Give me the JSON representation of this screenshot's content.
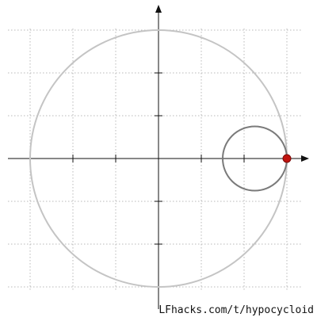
{
  "diagram": {
    "grid": {
      "step": 1,
      "range": [
        -3.7,
        3.7
      ]
    },
    "fixed_circle": {
      "cx": 0,
      "cy": 0,
      "r": 3,
      "color": "#c4c4c4"
    },
    "rolling_circle": {
      "cx": 2.25,
      "cy": 0,
      "r": 0.75,
      "color": "#7a7a7a"
    },
    "tracing_point": {
      "x": 3,
      "y": 0,
      "color": "#c0140f"
    },
    "axes": {
      "color": "#111111",
      "ticks": [
        -3,
        -2,
        -1,
        1,
        2,
        3
      ]
    },
    "grid_color": "#b8b8b8"
  },
  "watermark": {
    "text": "LFhacks.com/t/hypocycloid"
  }
}
